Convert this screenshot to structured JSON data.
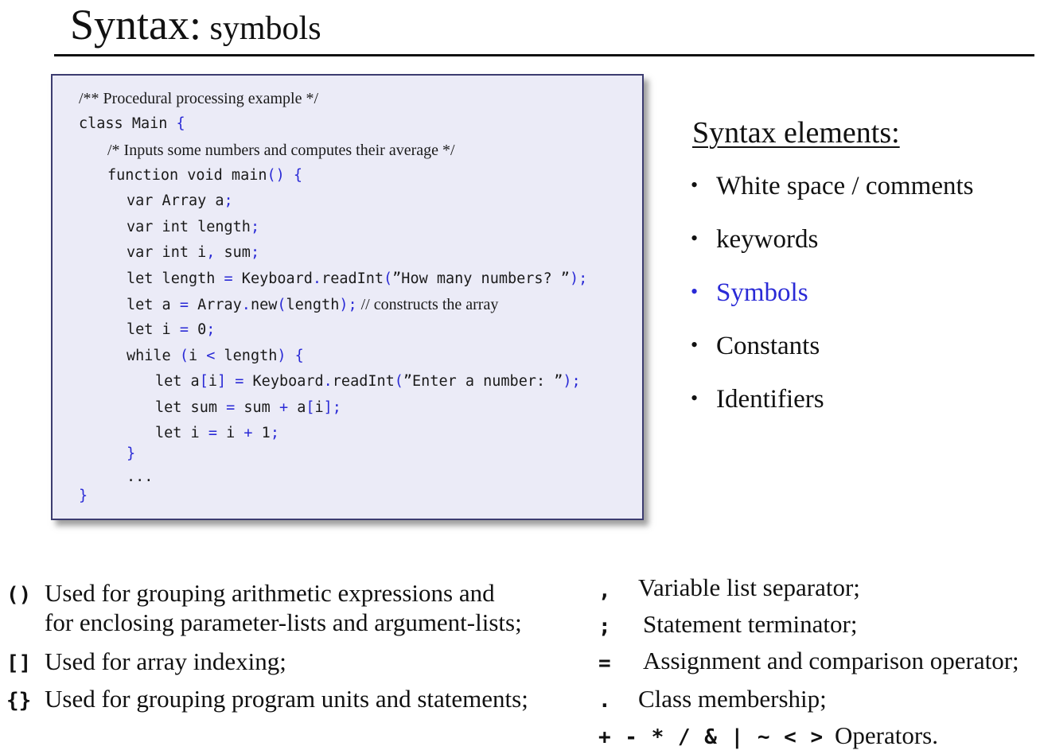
{
  "slide": {
    "title_main": "Syntax:",
    "title_sub": " symbols"
  },
  "code": {
    "l1": "/** Procedural processing example */",
    "l2a": "class Main ",
    "l2b": "{",
    "l3": "/* Inputs some numbers and computes their average */",
    "l4a": "function void main",
    "l4b": "() {",
    "l5a": "var Array a",
    "l5b": ";",
    "l6a": "var int length",
    "l6b": ";",
    "l7a": "var int i",
    "l7b": ",",
    "l7c": " sum",
    "l7d": ";",
    "l8a": "let length ",
    "l8b": "=",
    "l8c": " Keyboard",
    "l8d": ".",
    "l8e": "readInt",
    "l8f": "(",
    "l8g": "”How many numbers? ”",
    "l8h": ");",
    "l9a": "let a ",
    "l9b": "=",
    "l9c": " Array",
    "l9d": ".",
    "l9e": "new",
    "l9f": "(",
    "l9g": "length",
    "l9h": ");",
    "l9i": " // constructs the array",
    "l10a": "let i ",
    "l10b": "=",
    "l10c": " 0",
    "l10d": ";",
    "l11a": "while ",
    "l11b": "(",
    "l11c": "i ",
    "l11d": "<",
    "l11e": " length",
    "l11f": ")",
    "l11g": " {",
    "l12a": "let a",
    "l12b": "[",
    "l12c": "i",
    "l12d": "]",
    "l12e": " = ",
    "l12f": "Keyboard",
    "l12g": ".",
    "l12h": "readInt",
    "l12i": "(",
    "l12j": "”Enter a number: ”",
    "l12k": ");",
    "l13a": "let sum ",
    "l13b": "=",
    "l13c": " sum ",
    "l13d": "+",
    "l13e": " a",
    "l13f": "[",
    "l13g": "i",
    "l13h": "];",
    "l14a": "let i ",
    "l14b": "=",
    "l14c": " i ",
    "l14d": "+",
    "l14e": " 1",
    "l14f": ";",
    "l15": "}",
    "l16": "...",
    "l17": "}"
  },
  "syntax_elements": {
    "heading": "Syntax elements:",
    "bullet": "•",
    "items": [
      "White space / comments",
      "keywords",
      "Symbols",
      "Constants",
      "Identifiers"
    ],
    "active_color": "#2a2ad6"
  },
  "symbols_left": [
    {
      "symbol": "()",
      "desc": "Used for grouping arithmetic expressions and",
      "desc2": "for enclosing parameter-lists and argument-lists;"
    },
    {
      "symbol": "[]",
      "desc": "Used for array indexing;"
    },
    {
      "symbol": "{}",
      "desc": "Used for grouping program units and statements;"
    }
  ],
  "symbols_right": [
    {
      "symbol": ",",
      "desc": "Variable list separator;"
    },
    {
      "symbol": ";",
      "desc": "Statement terminator;"
    },
    {
      "symbol": "=",
      "desc": "Assignment and comparison operator;"
    },
    {
      "symbol": ".",
      "desc": "Class membership;"
    },
    {
      "symbol": "+ - * / & | ~ < >",
      "desc": "Operators."
    }
  ]
}
